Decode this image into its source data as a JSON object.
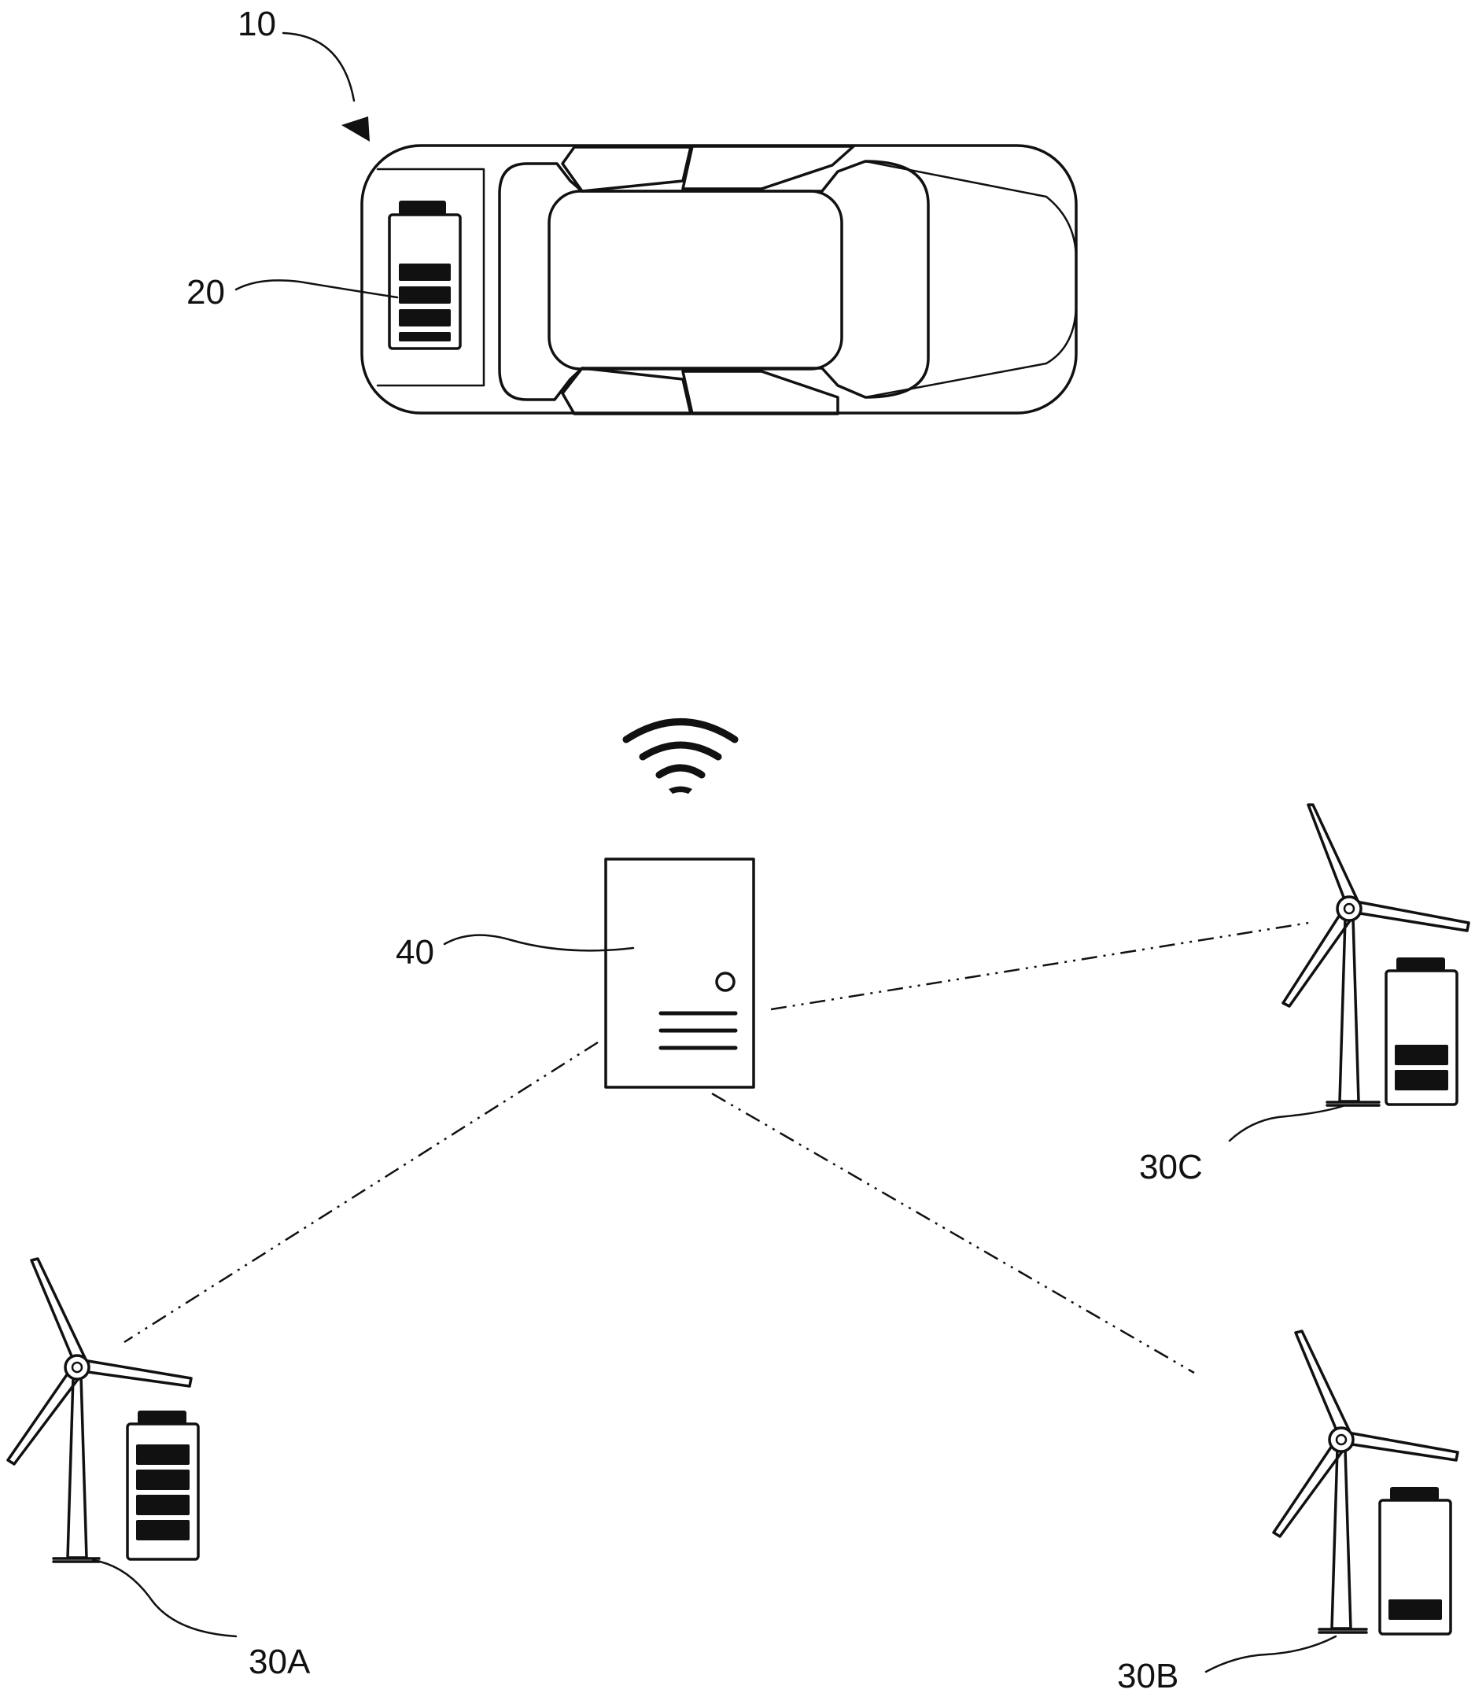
{
  "labels": {
    "vehicle": "10",
    "vehicle_battery": "20",
    "turbine_a": "30A",
    "turbine_b": "30B",
    "turbine_c": "30C",
    "server": "40"
  },
  "battery_levels": {
    "vehicle_battery": 0.75,
    "turbine_a": 1.0,
    "turbine_b": 0.25,
    "turbine_c": 0.5
  },
  "colors": {
    "line": "#111111",
    "background": "#ffffff"
  },
  "icons": [
    "car-icon",
    "battery-icon",
    "wind-turbine-icon",
    "server-icon",
    "wifi-icon"
  ]
}
